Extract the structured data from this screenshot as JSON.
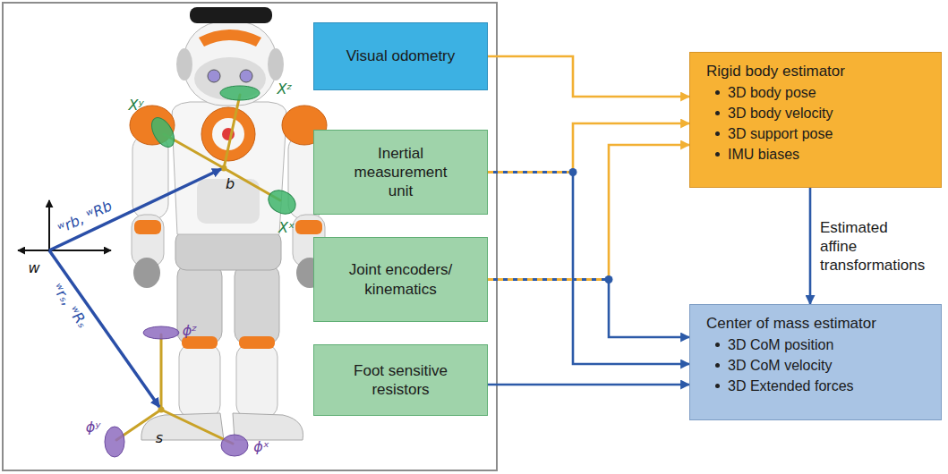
{
  "diagram": {
    "nodes": [
      {
        "text": [
          "Visual odometry"
        ]
      },
      {
        "text": [
          "Inertial measurement unit"
        ]
      },
      {
        "text": [
          "Joint encoders/ kinematics"
        ]
      },
      {
        "text": [
          "Foot sensitive resistors"
        ]
      },
      {
        "text": [
          "Rigid body estimator",
          "3D body pose",
          "3D body velocity",
          "3D support pose",
          "IMU biases"
        ]
      },
      {
        "text": [
          "Center of mass estimator",
          "3D CoM position",
          "3D CoM velocity",
          "3D Extended forces"
        ]
      }
    ],
    "edges": [
      {
        "from": 0,
        "to": 4,
        "arrow": "to"
      },
      {
        "from": 1,
        "to": 4,
        "arrow": "to"
      },
      {
        "from": 1,
        "to": 5,
        "arrow": "to"
      },
      {
        "from": 2,
        "to": 4,
        "arrow": "to"
      },
      {
        "from": 2,
        "to": 5,
        "arrow": "to"
      },
      {
        "from": 3,
        "to": 5,
        "arrow": "to"
      },
      {
        "from": 4,
        "to": 5,
        "arrow": "to",
        "label": "Estimated affine transformations"
      }
    ],
    "labels": [
      "Xᶻ",
      "Xʸ",
      "Xˣ",
      "b",
      "ʷrb, ʷRb",
      "w",
      "ʷrₛ, ʷRₛ",
      "ϕᶻ",
      "ϕʸ",
      "ϕˣ",
      "s"
    ]
  }
}
